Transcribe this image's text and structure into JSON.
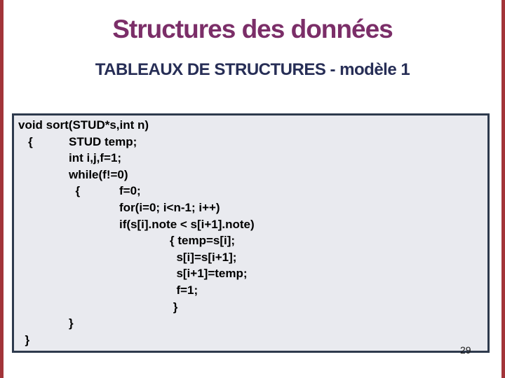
{
  "slide": {
    "title": "Structures des données",
    "subtitle": "TABLEAUX DE STRUCTURES - modèle 1",
    "page_number": "29"
  },
  "code": {
    "lines": [
      "void sort(STUD*s,int n)",
      "   {\tSTUD temp;",
      "\tint i,j,f=1;",
      "\twhile(f!=0)",
      "\t  {\tf=0;",
      "\t\tfor(i=0; i<n-1; i++)",
      "\t\tif(s[i].note < s[i+1].note)",
      "\t\t\t{ temp=s[i];",
      "\t\t\t  s[i]=s[i+1];",
      "\t\t\t  s[i+1]=temp;",
      "\t\t\t  f=1;",
      "\t\t\t }",
      "\t}",
      "  }"
    ]
  },
  "colors": {
    "title": "#7b2e68",
    "subtitle": "#272e56",
    "code_text": "#000000",
    "code_background": "#e9eaef",
    "code_border": "#2e3a4d",
    "edge_bar": "#a23439",
    "page_number": "#1a1a1a"
  }
}
